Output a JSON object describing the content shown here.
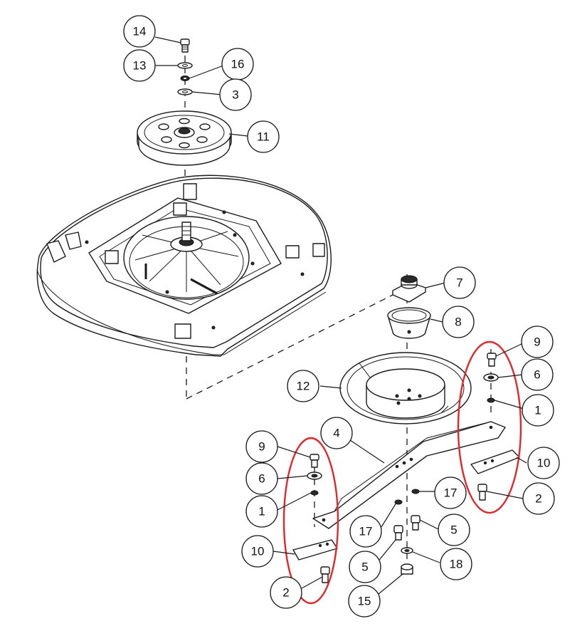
{
  "colors": {
    "highlight": "#e0282b",
    "line": "#1a1a1a",
    "background": "#ffffff"
  },
  "callouts": [
    {
      "id": "c14",
      "label": "14"
    },
    {
      "id": "c13",
      "label": "13"
    },
    {
      "id": "c16",
      "label": "16"
    },
    {
      "id": "c3",
      "label": "3"
    },
    {
      "id": "c11",
      "label": "11"
    },
    {
      "id": "c7",
      "label": "7"
    },
    {
      "id": "c8",
      "label": "8"
    },
    {
      "id": "c12",
      "label": "12"
    },
    {
      "id": "c9r",
      "label": "9"
    },
    {
      "id": "c6r",
      "label": "6"
    },
    {
      "id": "c1r",
      "label": "1"
    },
    {
      "id": "c10r",
      "label": "10"
    },
    {
      "id": "c2r",
      "label": "2"
    },
    {
      "id": "c4",
      "label": "4"
    },
    {
      "id": "c9l",
      "label": "9"
    },
    {
      "id": "c6l",
      "label": "6"
    },
    {
      "id": "c1l",
      "label": "1"
    },
    {
      "id": "c10l",
      "label": "10"
    },
    {
      "id": "c2l",
      "label": "2"
    },
    {
      "id": "c17r",
      "label": "17"
    },
    {
      "id": "c17l",
      "label": "17"
    },
    {
      "id": "c5r",
      "label": "5"
    },
    {
      "id": "c5l",
      "label": "5"
    },
    {
      "id": "c18",
      "label": "18"
    },
    {
      "id": "c15",
      "label": "15"
    }
  ]
}
